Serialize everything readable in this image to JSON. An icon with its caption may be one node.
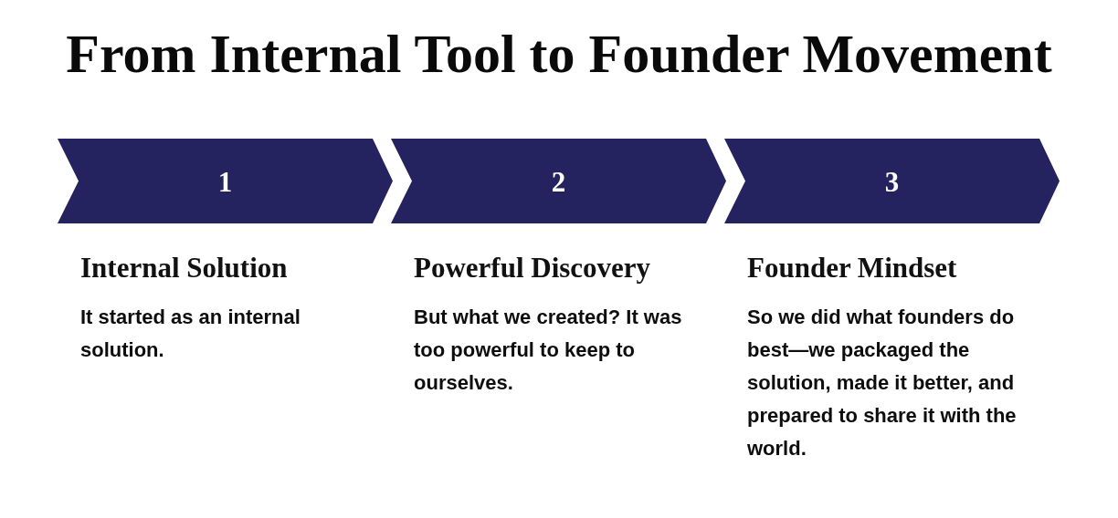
{
  "diagram": {
    "title": "From Internal Tool to Founder Movement",
    "nodes": [
      {
        "text": [
          "1"
        ],
        "beside": [
          "Internal Solution",
          "It started as an internal solution."
        ]
      },
      {
        "text": [
          "2"
        ],
        "beside": [
          "Powerful Discovery",
          "But what we created? It was too powerful to keep to ourselves."
        ]
      },
      {
        "text": [
          "3"
        ],
        "beside": [
          "Founder Mindset",
          "So we did what founders do best—we packaged the solution, made it better, and prepared to share it with the world."
        ]
      }
    ]
  }
}
